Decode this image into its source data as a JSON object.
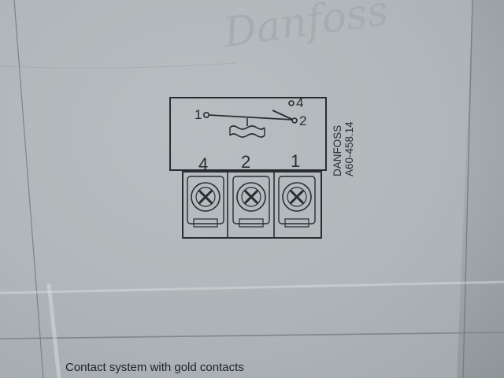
{
  "watermark": {
    "text": "Danfoss"
  },
  "diagram": {
    "contact_numbers": [
      "1",
      "4",
      "2"
    ],
    "terminal_numbers": [
      "4",
      "2",
      "1"
    ],
    "manufacturer": "DANFOSS",
    "part_number": "A60-458.14"
  },
  "caption": "Contact system with gold contacts",
  "colors": {
    "paper": "#b3babd",
    "ink": "#2a2c30",
    "fold_line": "#8f979a"
  }
}
